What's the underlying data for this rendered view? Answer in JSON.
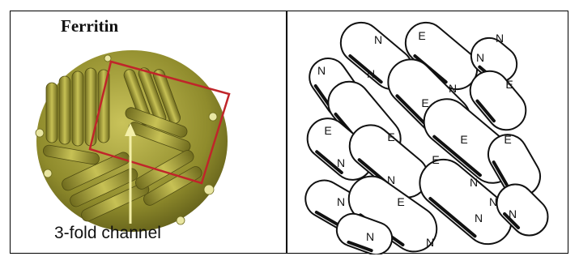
{
  "figure": {
    "left_panel": {
      "title": "Ferritin",
      "caption": "3-fold channel",
      "colors": {
        "protein": "#a6a23a",
        "protein_dark": "#6d6a1c",
        "highlight_box": "#c0252a",
        "arrow": "#f3efa8"
      }
    },
    "right_panel": {
      "subunit_labels": [
        "N",
        "E",
        "N",
        "N",
        "N",
        "N",
        "N",
        "E",
        "E",
        "E",
        "E",
        "E",
        "E",
        "E",
        "N",
        "N",
        "N",
        "N",
        "N",
        "E",
        "N",
        "N",
        "N",
        "N"
      ]
    }
  }
}
